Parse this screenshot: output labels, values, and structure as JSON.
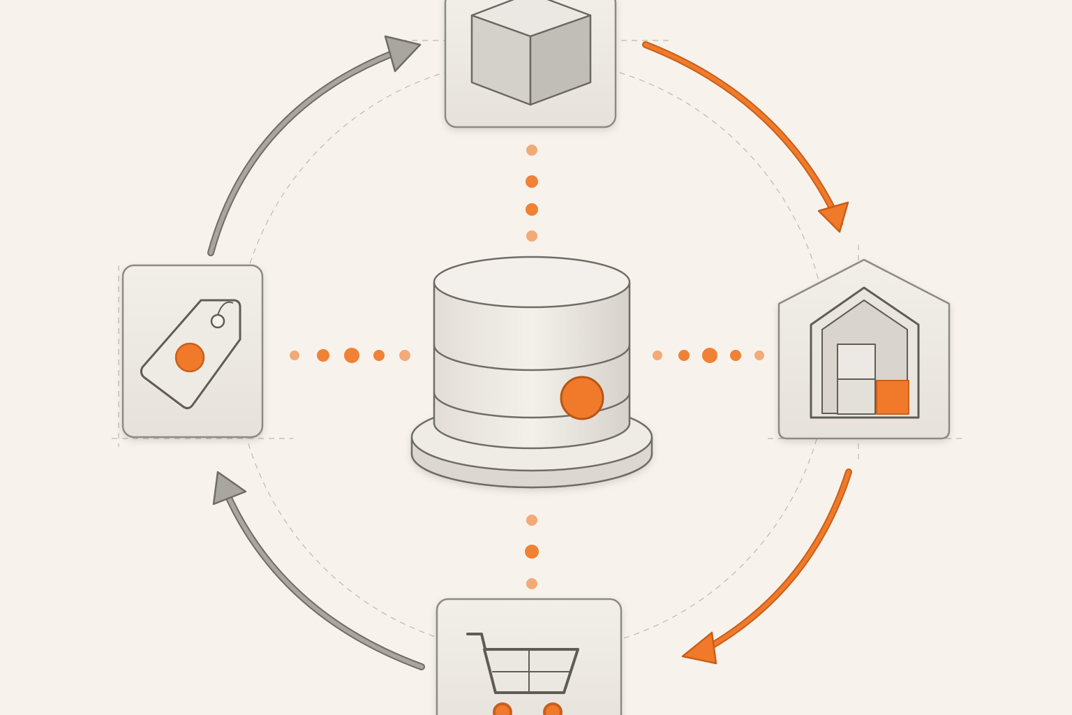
{
  "colors": {
    "background": "#f7f3ec",
    "card_fill": "#eeeae3",
    "card_stroke": "#8d8a84",
    "accent": "#f07a2a",
    "accent_dark": "#c95e1a",
    "gray_arrow": "#a9a6a0",
    "guide_line": "#bdb8b0",
    "cube_light": "#e4e1dc",
    "cube_mid": "#cfccc6",
    "cube_dark": "#b9b6b0"
  },
  "nodes": [
    {
      "id": "product",
      "icon": "cube-icon"
    },
    {
      "id": "warehouse",
      "icon": "warehouse-icon"
    },
    {
      "id": "cart",
      "icon": "shopping-cart-icon"
    },
    {
      "id": "price",
      "icon": "price-tag-icon"
    }
  ],
  "center": {
    "icon": "database-icon"
  },
  "flow": [
    {
      "from": "product",
      "to": "warehouse",
      "style": "accent"
    },
    {
      "from": "warehouse",
      "to": "cart",
      "style": "accent"
    },
    {
      "from": "cart",
      "to": "price",
      "style": "gray"
    },
    {
      "from": "price",
      "to": "product",
      "style": "gray"
    }
  ]
}
